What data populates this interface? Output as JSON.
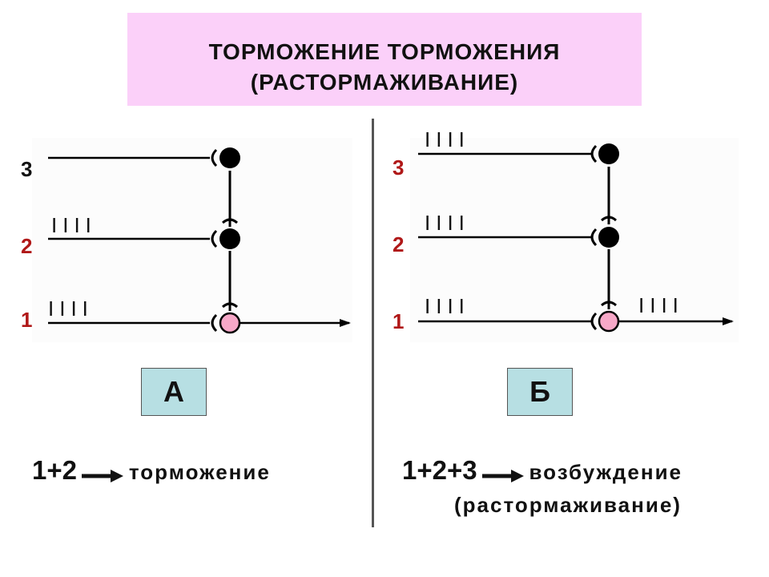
{
  "title": {
    "line1": "ТОРМОЖЕНИЕ ТОРМОЖЕНИЯ",
    "line2": "(РАСТОРМАЖИВАНИЕ)"
  },
  "panels": [
    {
      "id": "A",
      "box_label": "А",
      "input_numbers": [
        "3",
        "2",
        "1"
      ],
      "spike_marks": "IIII",
      "spikes_on_inputs": [
        false,
        true,
        true
      ],
      "output_spikes": false,
      "formula_left": "1+2",
      "formula_result": "торможение",
      "formula_note": ""
    },
    {
      "id": "B",
      "box_label": "Б",
      "input_numbers": [
        "3",
        "2",
        "1"
      ],
      "spike_marks": "IIII",
      "spikes_on_inputs": [
        true,
        true,
        true
      ],
      "output_spikes": true,
      "formula_left": "1+2+3",
      "formula_result": "возбуждение",
      "formula_note": "(растормаживание)"
    }
  ],
  "colors": {
    "title_bg": "#fbd0f9",
    "box_bg": "#b7dfe3",
    "number_red": "#b01818",
    "neuron_black": "#000000",
    "neuron_pink": "#f7a8c8"
  }
}
